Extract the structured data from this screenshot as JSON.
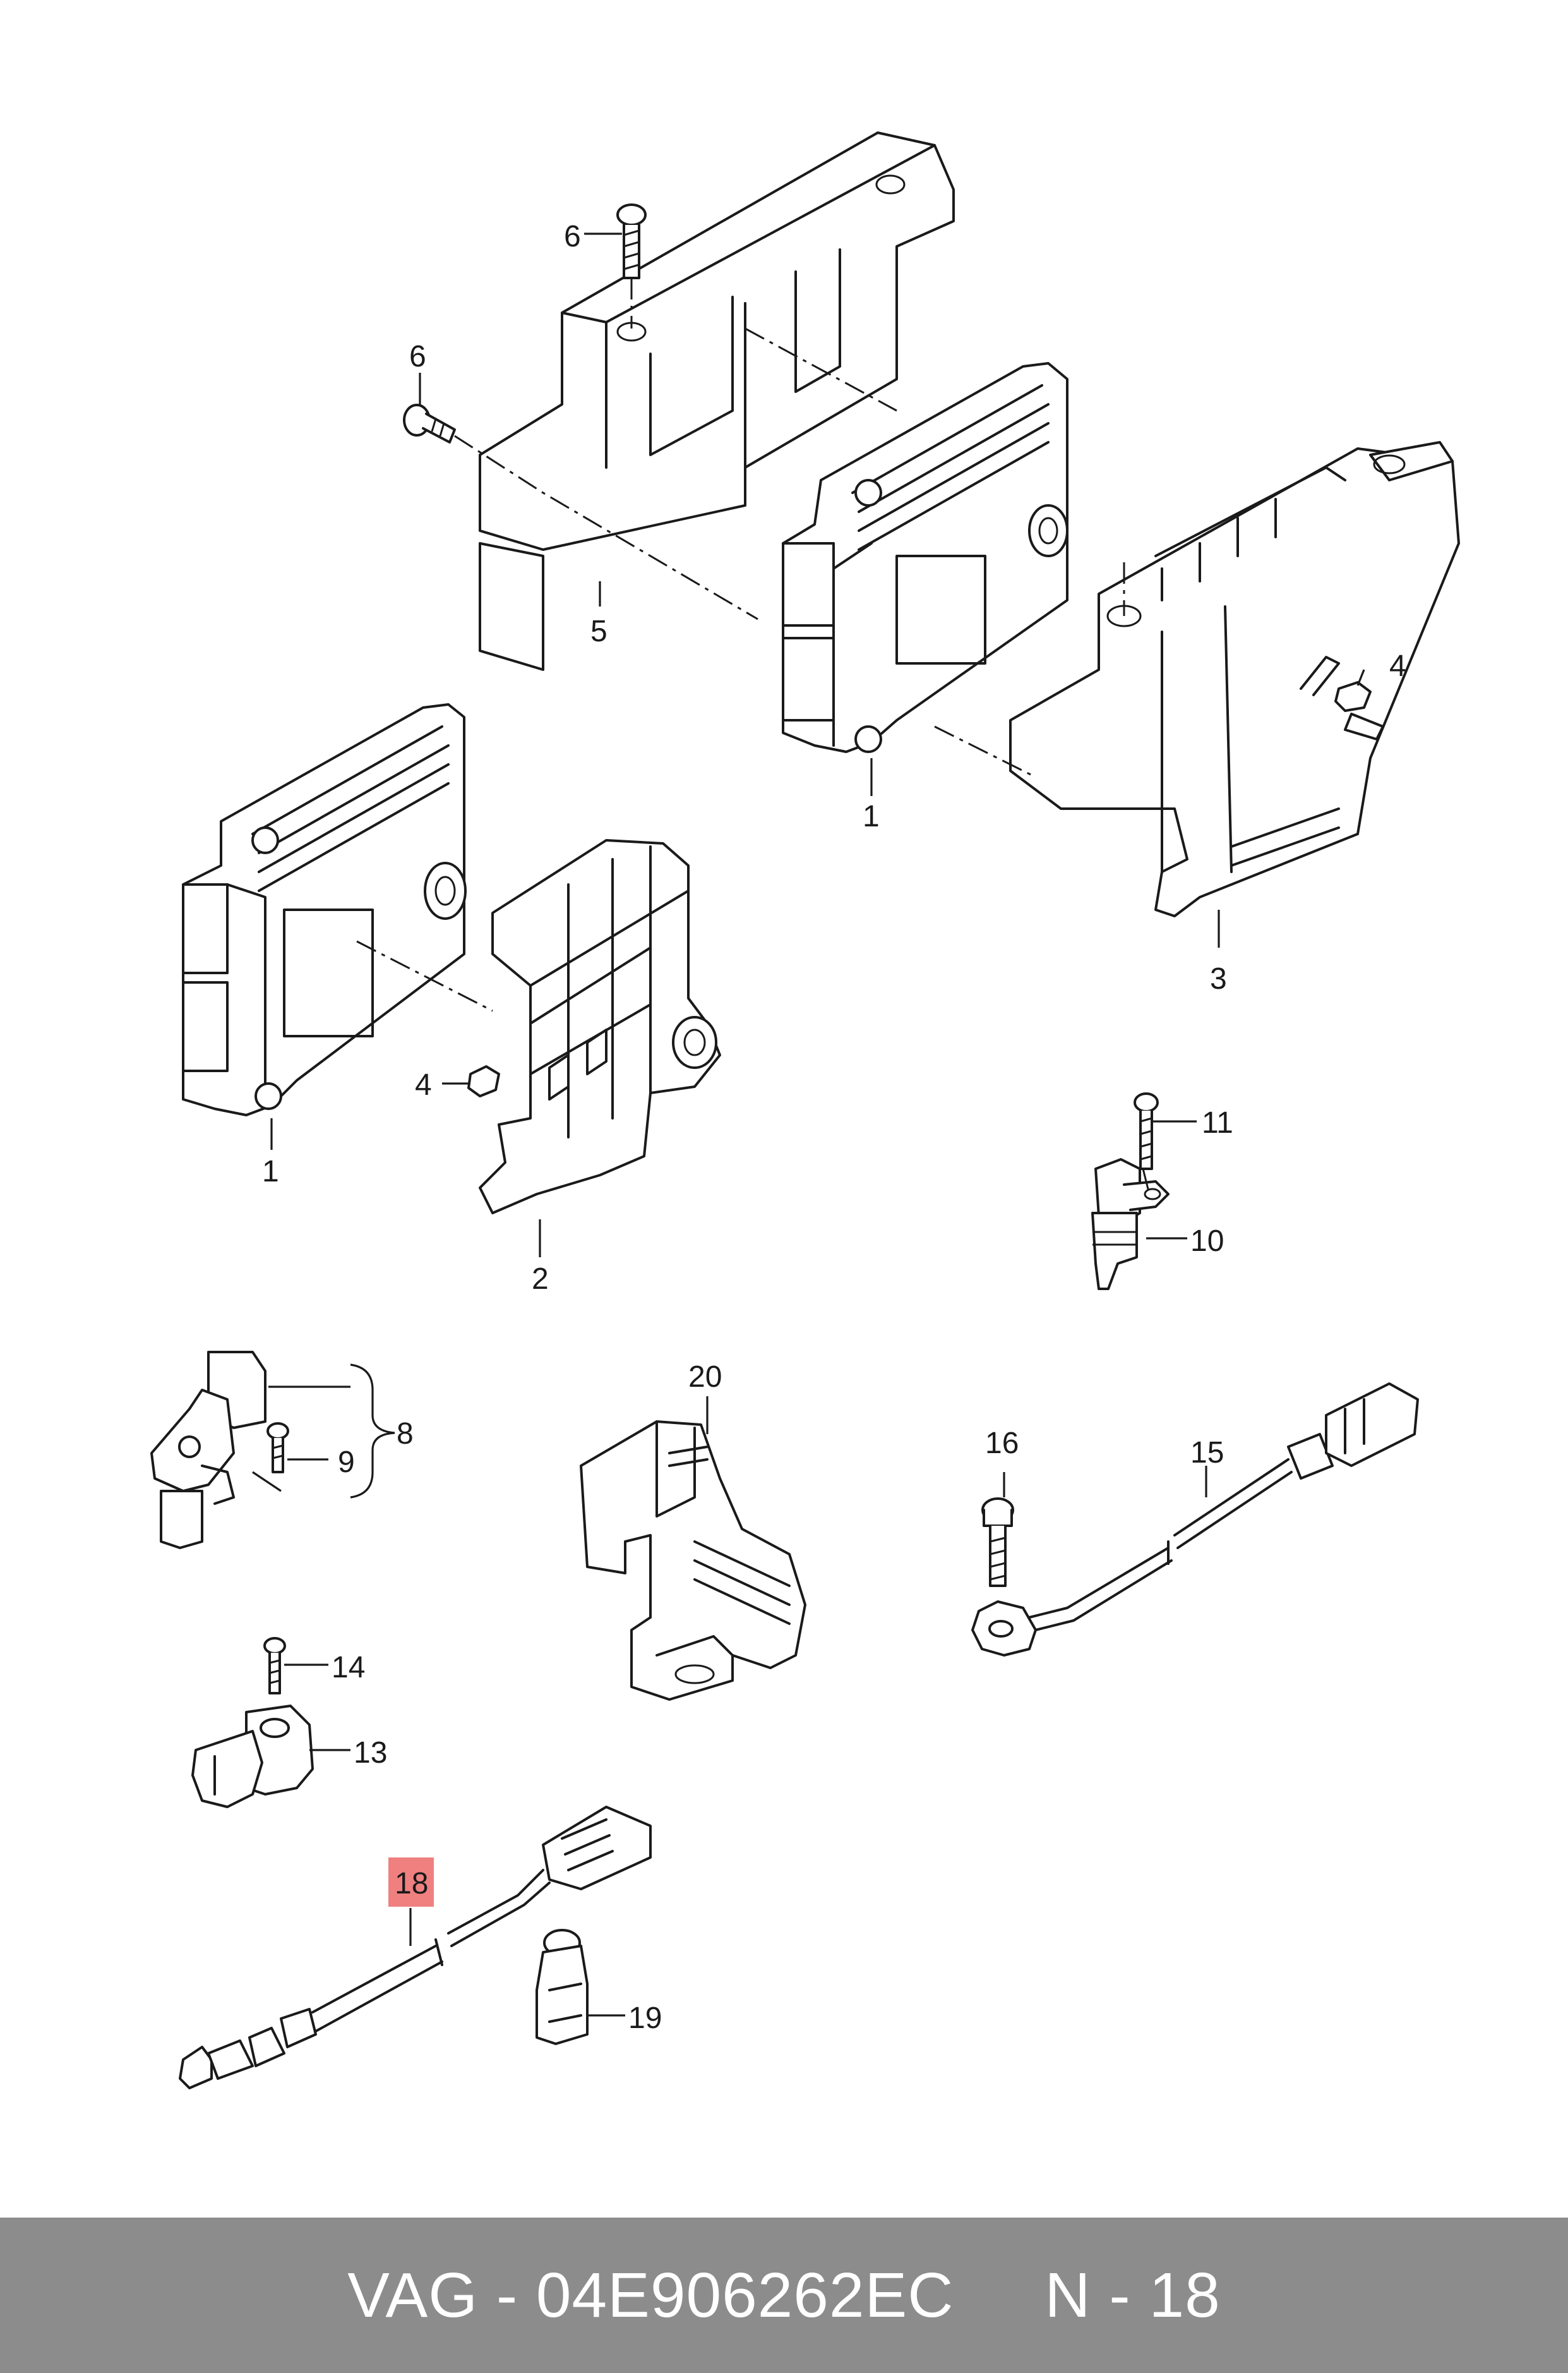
{
  "callouts": [
    {
      "id": "c6a",
      "label": "6"
    },
    {
      "id": "c6b",
      "label": "6"
    },
    {
      "id": "c5",
      "label": "5"
    },
    {
      "id": "c1a",
      "label": "1"
    },
    {
      "id": "c4a",
      "label": "4"
    },
    {
      "id": "c3",
      "label": "3"
    },
    {
      "id": "c1b",
      "label": "1"
    },
    {
      "id": "c4b",
      "label": "4"
    },
    {
      "id": "c2",
      "label": "2"
    },
    {
      "id": "c11",
      "label": "11"
    },
    {
      "id": "c10",
      "label": "10"
    },
    {
      "id": "c8",
      "label": "8"
    },
    {
      "id": "c9",
      "label": "9"
    },
    {
      "id": "c20",
      "label": "20"
    },
    {
      "id": "c16",
      "label": "16"
    },
    {
      "id": "c15",
      "label": "15"
    },
    {
      "id": "c14",
      "label": "14"
    },
    {
      "id": "c13",
      "label": "13"
    },
    {
      "id": "c18",
      "label": "18",
      "highlighted": true
    },
    {
      "id": "c19",
      "label": "19"
    }
  ],
  "colors": {
    "highlight": "#f08080",
    "footer_background": "#8c8c8c",
    "footer_text": "#ffffff",
    "line": "#1a1a1a"
  },
  "footer": {
    "part_label": "VAG - 04E906262EC",
    "position_label": "N - 18"
  }
}
